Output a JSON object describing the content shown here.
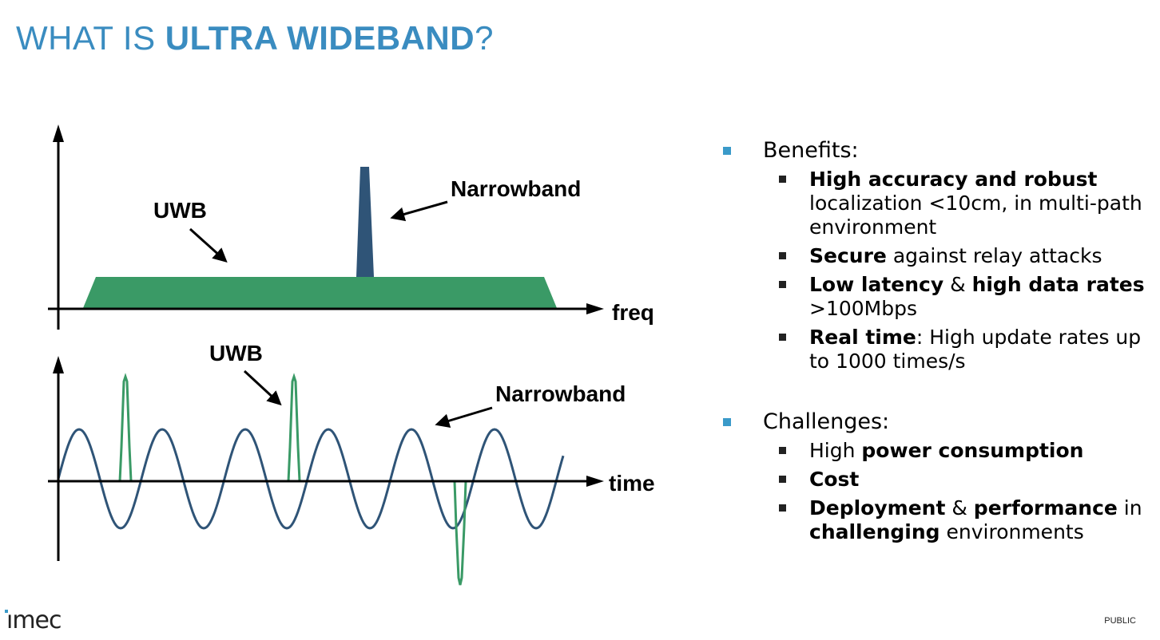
{
  "slide": {
    "title_prefix": "WHAT IS ",
    "title_bold": "ULTRA WIDEBAND",
    "title_suffix": "?"
  },
  "diagram": {
    "freq_axis_label": "freq",
    "time_axis_label": "time",
    "uwb_label_top": "UWB",
    "narrowband_label_top": "Narrowband",
    "uwb_label_bottom": "UWB",
    "narrowband_label_bottom": "Narrowband",
    "colors": {
      "uwb": "#3a9a66",
      "narrowband": "#2f5477",
      "axis": "#000000"
    }
  },
  "benefits": {
    "heading": "Benefits:",
    "items": [
      {
        "bold": "High accuracy and robust",
        "text": " localization <10cm, in multi-path environment"
      },
      {
        "bold": "Secure",
        "text": " against relay attacks"
      },
      {
        "bold": "Low latency",
        "mid": " & ",
        "bold2": "high data rates",
        "text": " >100Mbps"
      },
      {
        "bold": "Real time",
        "text": ": High update rates up to 1000 times/s"
      }
    ]
  },
  "challenges": {
    "heading": "Challenges:",
    "items": [
      {
        "pre": "High ",
        "bold": "power consumption"
      },
      {
        "bold": "Cost"
      },
      {
        "bold": "Deployment",
        "mid": " & ",
        "bold2": "performance",
        "text": " in ",
        "bold3": "challenging",
        "text2": " environments"
      }
    ]
  },
  "footer": {
    "logo": "ımec",
    "classification": "PUBLIC"
  }
}
